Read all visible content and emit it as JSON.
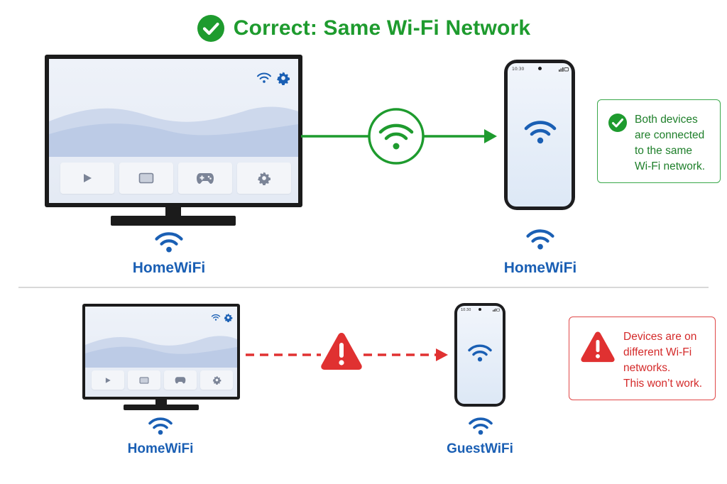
{
  "header": {
    "title": "Correct: Same Wi-Fi Network"
  },
  "correct_scenario": {
    "tv_network": "HomeWiFi",
    "phone_network": "HomeWiFi",
    "phone_time": "10:30",
    "info_lines": [
      "Both devices",
      "are connected",
      "to the same",
      "Wi-Fi network."
    ]
  },
  "incorrect_scenario": {
    "tv_network": "HomeWiFi",
    "phone_network": "GuestWiFi",
    "phone_time": "10:30",
    "info_lines": [
      "Devices are on",
      "different Wi-Fi",
      "networks.",
      "This won’t work."
    ]
  },
  "colors": {
    "success": "#1e9b2e",
    "error": "#e03131",
    "wifi_blue": "#1a5fb4",
    "device_dark": "#1b1b1b"
  }
}
